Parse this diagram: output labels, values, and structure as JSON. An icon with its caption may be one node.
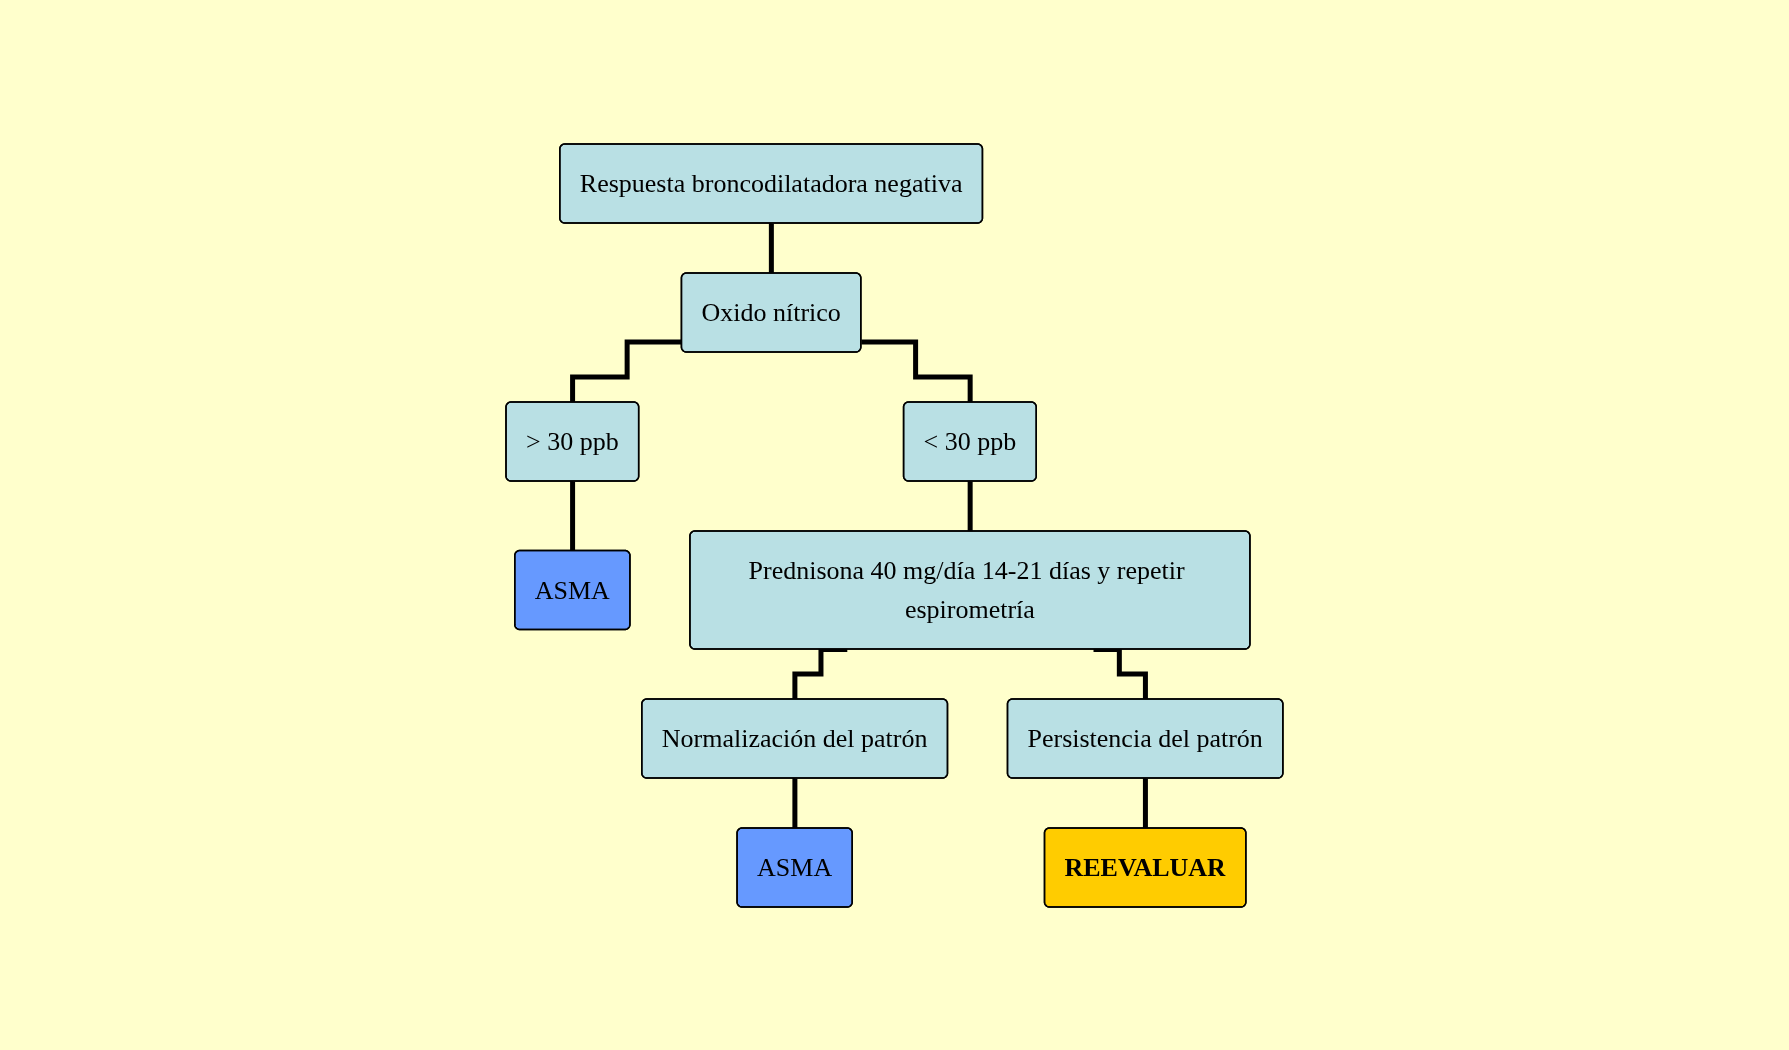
{
  "diagram": {
    "nodes": [
      {
        "text": [
          "Respuesta broncodilatadora negativa"
        ]
      },
      {
        "text": [
          "Oxido nítrico"
        ]
      },
      {
        "text": [
          "> 30 ppb"
        ]
      },
      {
        "text": [
          "< 30 ppb"
        ]
      },
      {
        "text": [
          "ASMA"
        ]
      },
      {
        "text": [
          "Prednisona 40 mg/día 14-21 días y repetir espirometría"
        ]
      },
      {
        "text": [
          "Normalización del patrón"
        ]
      },
      {
        "text": [
          "Persistencia del patrón"
        ]
      },
      {
        "text": [
          "ASMA"
        ]
      },
      {
        "text": [
          "REEVALUAR"
        ]
      }
    ],
    "edges": [
      {
        "from": 0,
        "to": 1,
        "arrow": "none"
      },
      {
        "from": 1,
        "to": 2,
        "arrow": "none"
      },
      {
        "from": 1,
        "to": 3,
        "arrow": "none"
      },
      {
        "from": 2,
        "to": 4,
        "arrow": "none"
      },
      {
        "from": 3,
        "to": 5,
        "arrow": "none"
      },
      {
        "from": 5,
        "to": 6,
        "arrow": "none"
      },
      {
        "from": 5,
        "to": 7,
        "arrow": "none"
      },
      {
        "from": 6,
        "to": 8,
        "arrow": "none"
      },
      {
        "from": 7,
        "to": 9,
        "arrow": "none"
      }
    ]
  }
}
